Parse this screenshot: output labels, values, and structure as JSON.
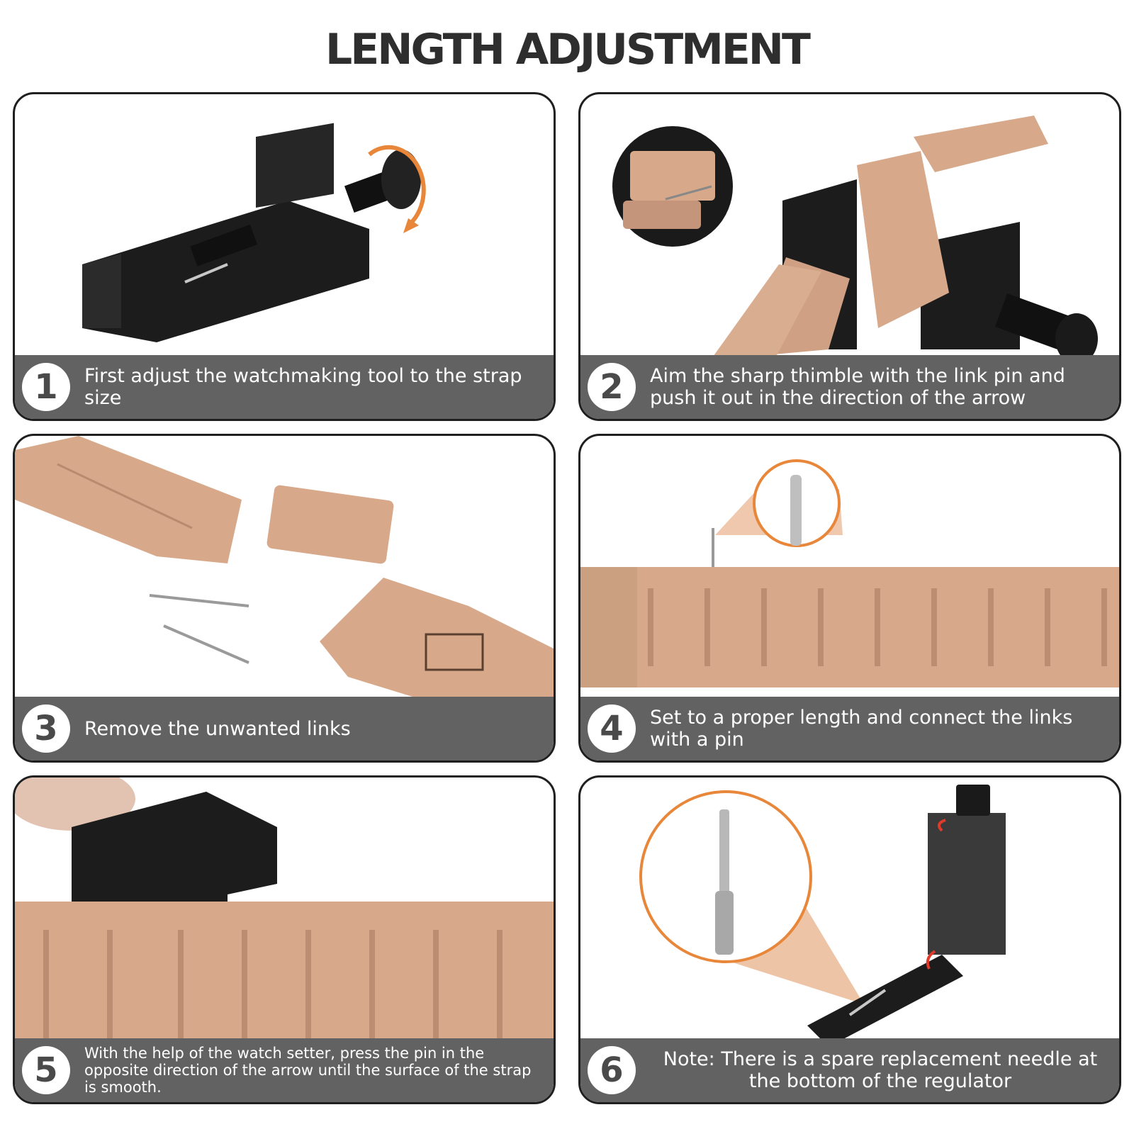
{
  "title": "LENGTH ADJUSTMENT",
  "steps": [
    {
      "number": "1",
      "text": "First adjust the watchmaking tool to the strap size"
    },
    {
      "number": "2",
      "text": "Aim the sharp thimble with the link pin and push it out in the direction of the arrow"
    },
    {
      "number": "3",
      "text": "Remove the unwanted links"
    },
    {
      "number": "4",
      "text": "Set to a proper length and connect the links with a pin"
    },
    {
      "number": "5",
      "text": "With the help of the watch setter, press the pin in the opposite direction of the arrow until the surface of the strap is smooth."
    },
    {
      "number": "6",
      "text": "Note: There is a spare replacement needle at the bottom of the regulator"
    }
  ],
  "colors": {
    "rose_gold": "#d7a98a",
    "tool_black": "#1c1c1c",
    "accent_orange": "#e8873a",
    "caption_bar": "#626262"
  }
}
